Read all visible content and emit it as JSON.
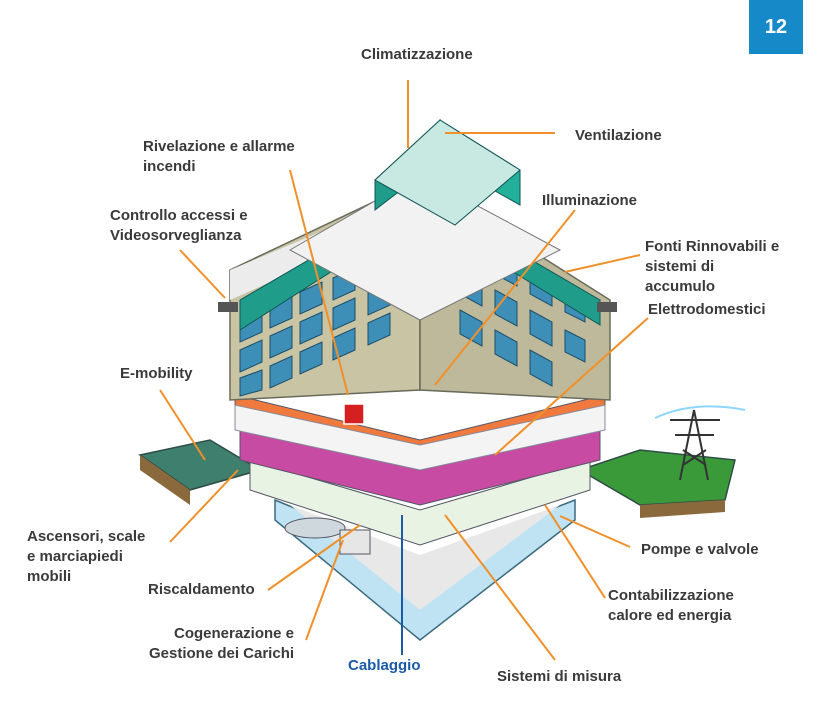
{
  "page": {
    "number": "12"
  },
  "colors": {
    "leader": "#f0902a",
    "wiring": "#1a5aa6",
    "badge": "#1689c9",
    "text": "#3a3a3a"
  },
  "labels": {
    "climatizzazione": "Climatizzazione",
    "ventilazione": "Ventilazione",
    "rivelazione_1": "Rivelazione e allarme",
    "rivelazione_2": "incendi",
    "illuminazione": "Illuminazione",
    "controllo_1": "Controllo accessi e",
    "controllo_2": "Videosorveglianza",
    "fonti_1": "Fonti Rinnovabili e",
    "fonti_2": "sistemi di",
    "fonti_3": "accumulo",
    "elettrodomestici": "Elettrodomestici",
    "emobility": "E-mobility",
    "ascensori_1": "Ascensori, scale",
    "ascensori_2": "e marciapiedi",
    "ascensori_3": "mobili",
    "pompe": "Pompe e valvole",
    "riscaldamento": "Riscaldamento",
    "contabilizzazione_1": "Contabilizzazione",
    "contabilizzazione_2": "calore ed energia",
    "cogenerazione_1": "Cogenerazione e",
    "cogenerazione_2": "Gestione dei Carichi",
    "cablaggio": "Cablaggio",
    "sistemi_misura": "Sistemi di misura"
  }
}
